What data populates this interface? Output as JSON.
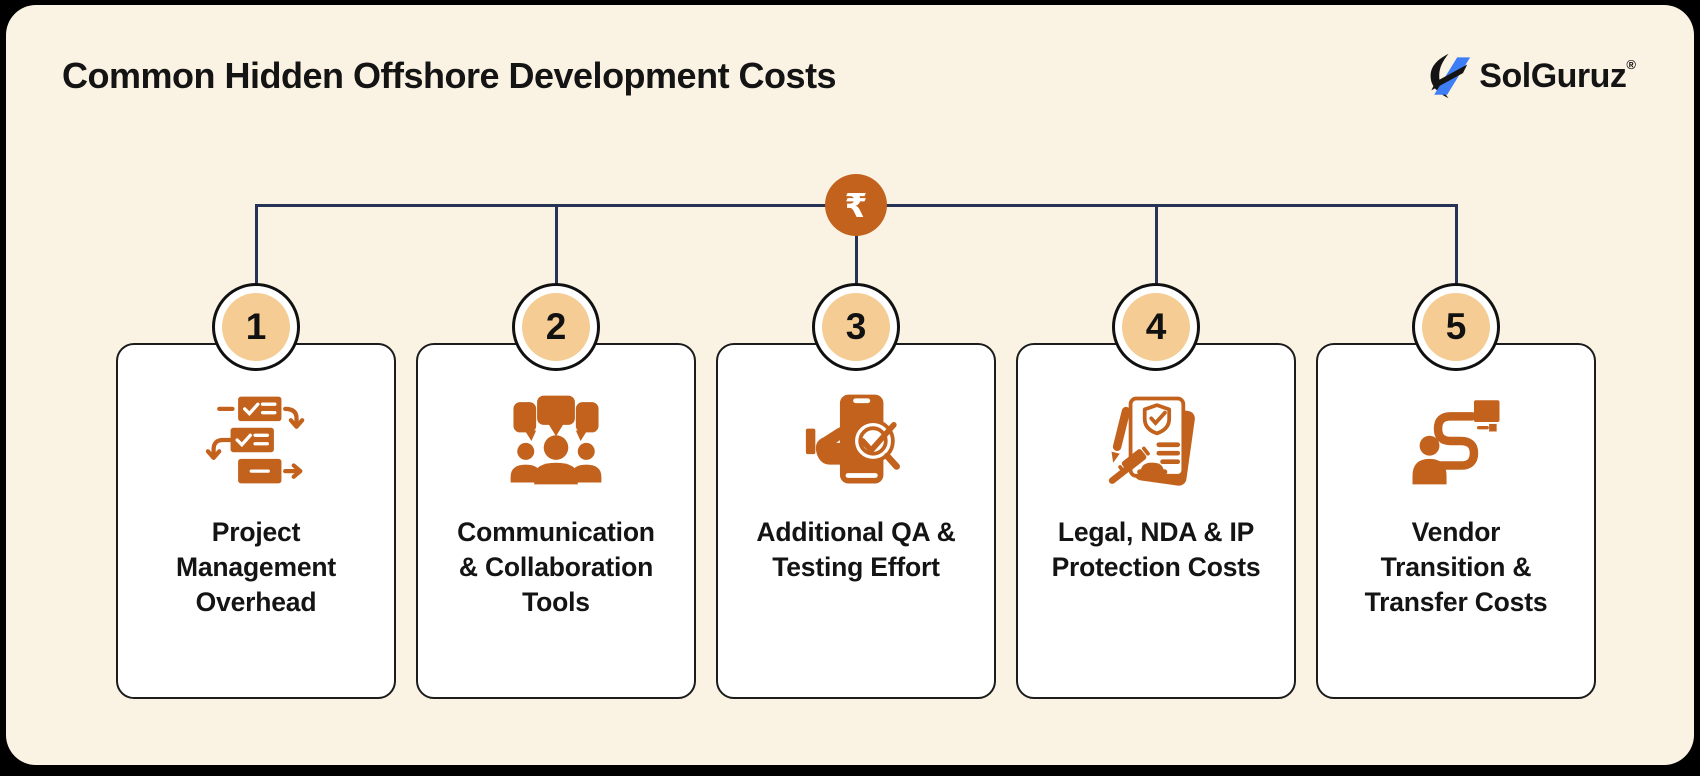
{
  "colors": {
    "background": "#FAF3E3",
    "frame": "#000000",
    "card_bg": "#FFFFFF",
    "accent_orange": "#C2621D",
    "badge_peach": "#F5CD94",
    "connector_navy": "#263357",
    "text_black": "#141414",
    "logo_blue": "#3D7DF6"
  },
  "header": {
    "title": "Common Hidden Offshore Development Costs",
    "logo": {
      "text": "SolGuruz",
      "registered_mark": "®",
      "icon": "solguruz-bolt-icon"
    }
  },
  "connector": {
    "currency_symbol": "₹",
    "currency_icon": "rupee-coin-icon"
  },
  "cards": [
    {
      "number": "1",
      "label": "Project\nManagement\nOverhead",
      "icon": "project-management-flow-icon"
    },
    {
      "number": "2",
      "label": "Communication\n& Collaboration\nTools",
      "icon": "team-communication-icon"
    },
    {
      "number": "3",
      "label": "Additional QA &\nTesting Effort",
      "icon": "mobile-qa-testing-icon"
    },
    {
      "number": "4",
      "label": "Legal, NDA & IP\nProtection Costs",
      "icon": "legal-nda-ip-icon"
    },
    {
      "number": "5",
      "label": "Vendor\nTransition &\nTransfer Costs",
      "icon": "vendor-transfer-icon"
    }
  ]
}
